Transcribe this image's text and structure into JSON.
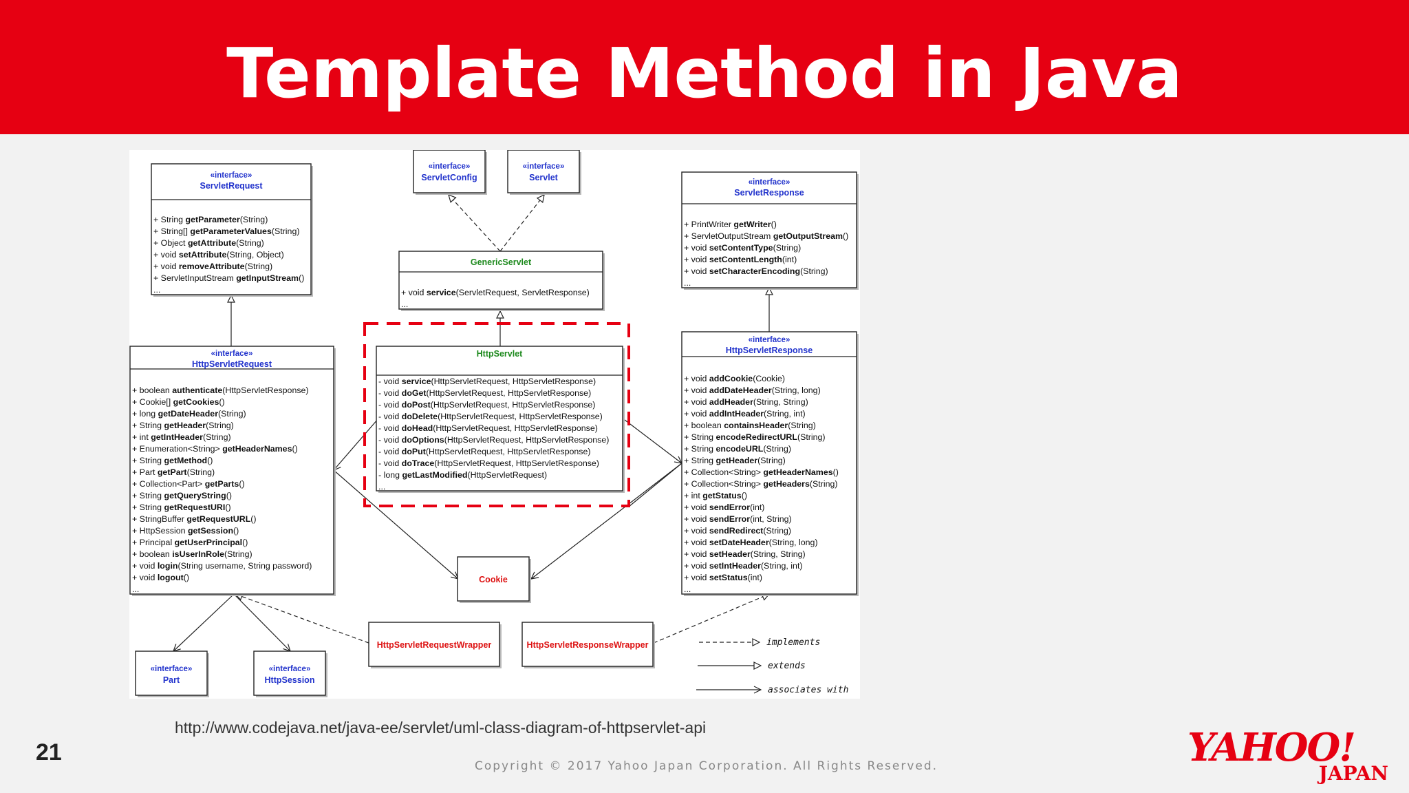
{
  "slide": {
    "title": "Template Method in Java",
    "page_number": "21",
    "source_url": "http://www.codejava.net/java-ee/servlet/uml-class-diagram-of-httpservlet-api",
    "copyright": "Copyright © 2017   Yahoo Japan Corporation. All Rights Reserved.",
    "logo": {
      "word": "YAHOO!",
      "sub": "JAPAN"
    }
  },
  "colors": {
    "brand_red": "#e60012",
    "interface_blue": "#2233cc",
    "class_green": "#1e8a1e",
    "class_red": "#dd1111"
  },
  "diagram": {
    "legend": [
      {
        "style": "dashed-hollow-arrow",
        "label": "implements"
      },
      {
        "style": "solid-hollow-arrow",
        "label": "extends"
      },
      {
        "style": "solid-open-arrow",
        "label": "associates with"
      }
    ],
    "highlighted_class": "HttpServlet",
    "classes": {
      "servlet_request": {
        "stereotype": "«interface»",
        "name": "ServletRequest",
        "members": [
          {
            "prefix": "+ String ",
            "name": "getParameter",
            "suffix": "(String)"
          },
          {
            "prefix": "+ String[] ",
            "name": "getParameterValues",
            "suffix": "(String)"
          },
          {
            "prefix": "+ Object ",
            "name": "getAttribute",
            "suffix": "(String)"
          },
          {
            "prefix": "+ void ",
            "name": "setAttribute",
            "suffix": "(String, Object)"
          },
          {
            "prefix": "+ void ",
            "name": "removeAttribute",
            "suffix": "(String)"
          },
          {
            "prefix": "+ ServletInputStream ",
            "name": "getInputStream",
            "suffix": "()"
          },
          {
            "prefix": "...",
            "name": "",
            "suffix": ""
          }
        ]
      },
      "servlet_config": {
        "stereotype": "«interface»",
        "name": "ServletConfig"
      },
      "servlet": {
        "stereotype": "«interface»",
        "name": "Servlet"
      },
      "generic_servlet": {
        "name": "GenericServlet",
        "members": [
          {
            "prefix": "+ void ",
            "name": "service",
            "suffix": "(ServletRequest, ServletResponse)"
          },
          {
            "prefix": "...",
            "name": "",
            "suffix": ""
          }
        ]
      },
      "servlet_response": {
        "stereotype": "«interface»",
        "name": "ServletResponse",
        "members": [
          {
            "prefix": "+ PrintWriter ",
            "name": "getWriter",
            "suffix": "()"
          },
          {
            "prefix": "+ ServletOutputStream ",
            "name": "getOutputStream",
            "suffix": "()"
          },
          {
            "prefix": "+ void ",
            "name": "setContentType",
            "suffix": "(String)"
          },
          {
            "prefix": "+ void ",
            "name": "setContentLength",
            "suffix": "(int)"
          },
          {
            "prefix": "+ void ",
            "name": "setCharacterEncoding",
            "suffix": "(String)"
          },
          {
            "prefix": "...",
            "name": "",
            "suffix": ""
          }
        ]
      },
      "http_servlet_request": {
        "stereotype": "«interface»",
        "name": "HttpServletRequest",
        "members": [
          {
            "prefix": "+ boolean ",
            "name": "authenticate",
            "suffix": "(HttpServletResponse)"
          },
          {
            "prefix": "+ Cookie[] ",
            "name": "getCookies",
            "suffix": "()"
          },
          {
            "prefix": "+ long ",
            "name": "getDateHeader",
            "suffix": "(String)"
          },
          {
            "prefix": "+ String ",
            "name": "getHeader",
            "suffix": "(String)"
          },
          {
            "prefix": "+ int ",
            "name": "getIntHeader",
            "suffix": "(String)"
          },
          {
            "prefix": "+ Enumeration<String> ",
            "name": "getHeaderNames",
            "suffix": "()"
          },
          {
            "prefix": "+ String ",
            "name": "getMethod",
            "suffix": "()"
          },
          {
            "prefix": "+ Part ",
            "name": "getPart",
            "suffix": "(String)"
          },
          {
            "prefix": "+ Collection<Part> ",
            "name": "getParts",
            "suffix": "()"
          },
          {
            "prefix": "+ String ",
            "name": "getQueryString",
            "suffix": "()"
          },
          {
            "prefix": "+ String ",
            "name": "getRequestURI",
            "suffix": "()"
          },
          {
            "prefix": "+ StringBuffer ",
            "name": "getRequestURL",
            "suffix": "()"
          },
          {
            "prefix": "+ HttpSession ",
            "name": "getSession",
            "suffix": "()"
          },
          {
            "prefix": "+ Principal ",
            "name": "getUserPrincipal",
            "suffix": "()"
          },
          {
            "prefix": "+ boolean ",
            "name": "isUserInRole",
            "suffix": "(String)"
          },
          {
            "prefix": "+ void ",
            "name": "login",
            "suffix": "(String username, String password)"
          },
          {
            "prefix": "+ void ",
            "name": "logout",
            "suffix": "()"
          },
          {
            "prefix": "...",
            "name": "",
            "suffix": ""
          }
        ]
      },
      "http_servlet": {
        "name": "HttpServlet",
        "members": [
          {
            "prefix": "- void ",
            "name": "service",
            "suffix": "(HttpServletRequest, HttpServletResponse)"
          },
          {
            "prefix": "- void ",
            "name": "doGet",
            "suffix": "(HttpServletRequest, HttpServletResponse)"
          },
          {
            "prefix": "- void ",
            "name": "doPost",
            "suffix": "(HttpServletRequest, HttpServletResponse)"
          },
          {
            "prefix": "- void ",
            "name": "doDelete",
            "suffix": "(HttpServletRequest, HttpServletResponse)"
          },
          {
            "prefix": "- void ",
            "name": "doHead",
            "suffix": "(HttpServletRequest, HttpServletResponse)"
          },
          {
            "prefix": "- void ",
            "name": "doOptions",
            "suffix": "(HttpServletRequest, HttpServletResponse)"
          },
          {
            "prefix": "- void ",
            "name": "doPut",
            "suffix": "(HttpServletRequest, HttpServletResponse)"
          },
          {
            "prefix": "- void ",
            "name": "doTrace",
            "suffix": "(HttpServletRequest, HttpServletResponse)"
          },
          {
            "prefix": "- long ",
            "name": "getLastModified",
            "suffix": "(HttpServletRequest)"
          },
          {
            "prefix": "...",
            "name": "",
            "suffix": ""
          }
        ]
      },
      "http_servlet_response": {
        "stereotype": "«interface»",
        "name": "HttpServletResponse",
        "members": [
          {
            "prefix": "+ void ",
            "name": "addCookie",
            "suffix": "(Cookie)"
          },
          {
            "prefix": "+ void ",
            "name": "addDateHeader",
            "suffix": "(String, long)"
          },
          {
            "prefix": "+ void ",
            "name": "addHeader",
            "suffix": "(String, String)"
          },
          {
            "prefix": "+ void ",
            "name": "addIntHeader",
            "suffix": "(String, int)"
          },
          {
            "prefix": "+ boolean ",
            "name": "containsHeader",
            "suffix": "(String)"
          },
          {
            "prefix": "+ String ",
            "name": "encodeRedirectURL",
            "suffix": "(String)"
          },
          {
            "prefix": "+ String ",
            "name": "encodeURL",
            "suffix": "(String)"
          },
          {
            "prefix": "+ String ",
            "name": "getHeader",
            "suffix": "(String)"
          },
          {
            "prefix": "+ Collection<String> ",
            "name": "getHeaderNames",
            "suffix": "()"
          },
          {
            "prefix": "+ Collection<String> ",
            "name": "getHeaders",
            "suffix": "(String)"
          },
          {
            "prefix": "+ int ",
            "name": "getStatus",
            "suffix": "()"
          },
          {
            "prefix": "+ void ",
            "name": "sendError",
            "suffix": "(int)"
          },
          {
            "prefix": "+ void ",
            "name": "sendError",
            "suffix": "(int, String)"
          },
          {
            "prefix": "+ void ",
            "name": "sendRedirect",
            "suffix": "(String)"
          },
          {
            "prefix": "+ void ",
            "name": "setDateHeader",
            "suffix": "(String, long)"
          },
          {
            "prefix": "+ void ",
            "name": "setHeader",
            "suffix": "(String, String)"
          },
          {
            "prefix": "+ void ",
            "name": "setIntHeader",
            "suffix": "(String, int)"
          },
          {
            "prefix": "+ void ",
            "name": "setStatus",
            "suffix": "(int)"
          },
          {
            "prefix": "...",
            "name": "",
            "suffix": ""
          }
        ]
      },
      "cookie": {
        "name": "Cookie"
      },
      "request_wrapper": {
        "name": "HttpServletRequestWrapper"
      },
      "response_wrapper": {
        "name": "HttpServletResponseWrapper"
      },
      "part": {
        "stereotype": "«interface»",
        "name": "Part"
      },
      "http_session": {
        "stereotype": "«interface»",
        "name": "HttpSession"
      }
    },
    "relations": [
      {
        "from": "HttpServletRequest",
        "to": "ServletRequest",
        "kind": "extends"
      },
      {
        "from": "HttpServletResponse",
        "to": "ServletResponse",
        "kind": "extends"
      },
      {
        "from": "HttpServlet",
        "to": "GenericServlet",
        "kind": "extends"
      },
      {
        "from": "GenericServlet",
        "to": "ServletConfig",
        "kind": "implements"
      },
      {
        "from": "GenericServlet",
        "to": "Servlet",
        "kind": "implements"
      },
      {
        "from": "HttpServlet",
        "to": "HttpServletRequest",
        "kind": "associates with"
      },
      {
        "from": "HttpServlet",
        "to": "HttpServletResponse",
        "kind": "associates with"
      },
      {
        "from": "HttpServletRequest",
        "to": "Cookie",
        "kind": "associates with"
      },
      {
        "from": "HttpServletResponse",
        "to": "Cookie",
        "kind": "associates with"
      },
      {
        "from": "HttpServletRequest",
        "to": "Part",
        "kind": "associates with"
      },
      {
        "from": "HttpServletRequest",
        "to": "HttpSession",
        "kind": "associates with"
      },
      {
        "from": "HttpServletRequestWrapper",
        "to": "HttpServletRequest",
        "kind": "implements"
      },
      {
        "from": "HttpServletResponseWrapper",
        "to": "HttpServletResponse",
        "kind": "implements"
      }
    ]
  }
}
